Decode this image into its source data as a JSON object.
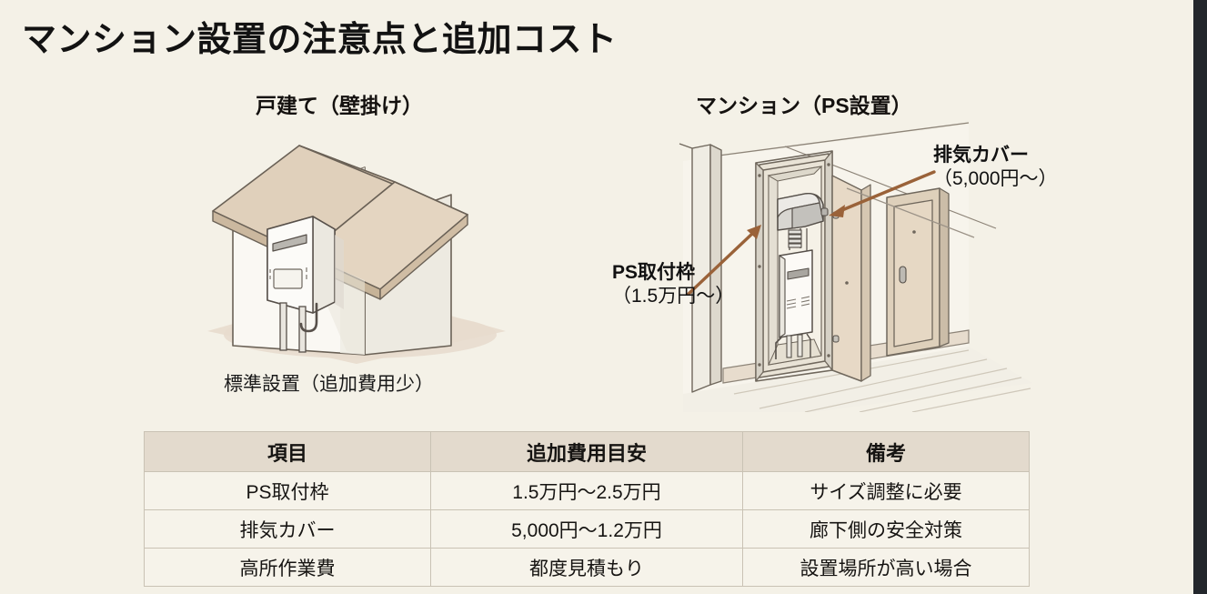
{
  "slide": {
    "title": "マンション設置の注意点と追加コスト",
    "background_color": "#f4f1e7",
    "gutter_color": "#23272c",
    "title_color": "#121212"
  },
  "panels": {
    "house": {
      "title": "戸建て（壁掛け）",
      "caption": "標準設置（追加費用少）",
      "illustration_name": "detached-house-wall-mounted-water-heater"
    },
    "mansion": {
      "title": "マンション（PS設置）",
      "illustration_name": "apartment-pipe-shaft-water-heater",
      "callouts": [
        {
          "id": "exhaust-cover",
          "title": "排気カバー",
          "sub": "（5,000円〜）",
          "arrow_color": "#9a6239"
        },
        {
          "id": "ps-mounting-frame",
          "title": "PS取付枠",
          "sub": "（1.5万円〜）",
          "arrow_color": "#9a6239"
        }
      ]
    }
  },
  "table": {
    "header_bg": "#e3dacd",
    "row_bg": "#f6f3ea",
    "border_color": "#c9c2b4",
    "headers": [
      "項目",
      "追加費用目安",
      "備考"
    ],
    "rows": [
      [
        "PS取付枠",
        "1.5万円〜2.5万円",
        "サイズ調整に必要"
      ],
      [
        "排気カバー",
        "5,000円〜1.2万円",
        "廊下側の安全対策"
      ],
      [
        "高所作業費",
        "都度見積もり",
        "設置場所が高い場合"
      ]
    ]
  }
}
